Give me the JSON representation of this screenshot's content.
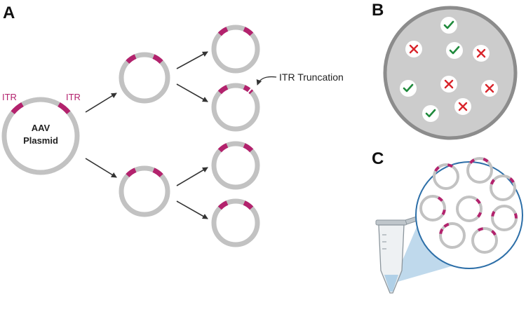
{
  "panels": {
    "a": "A",
    "b": "B",
    "c": "C"
  },
  "labels": {
    "itr_left": "ITR",
    "itr_right": "ITR",
    "plasmid_line1": "AAV",
    "plasmid_line2": "Plasmid",
    "truncation": "ITR Truncation"
  },
  "colors": {
    "ring": "#c2c2c2",
    "itr": "#b3226d",
    "arrow": "#333333",
    "dish_fill": "#cccccc",
    "dish_edge": "#8c8c8c",
    "check": "#1f8a3c",
    "cross": "#d9252b",
    "zoom_circle": "#2d6fa8",
    "zoom_cone": "#a9cce6",
    "tube": "#d8dde1"
  },
  "dish_marks": [
    "check",
    "cross",
    "check",
    "cross",
    "check",
    "cross",
    "cross",
    "check",
    "cross"
  ],
  "icons": {
    "check": "check-icon",
    "cross": "cross-icon"
  }
}
